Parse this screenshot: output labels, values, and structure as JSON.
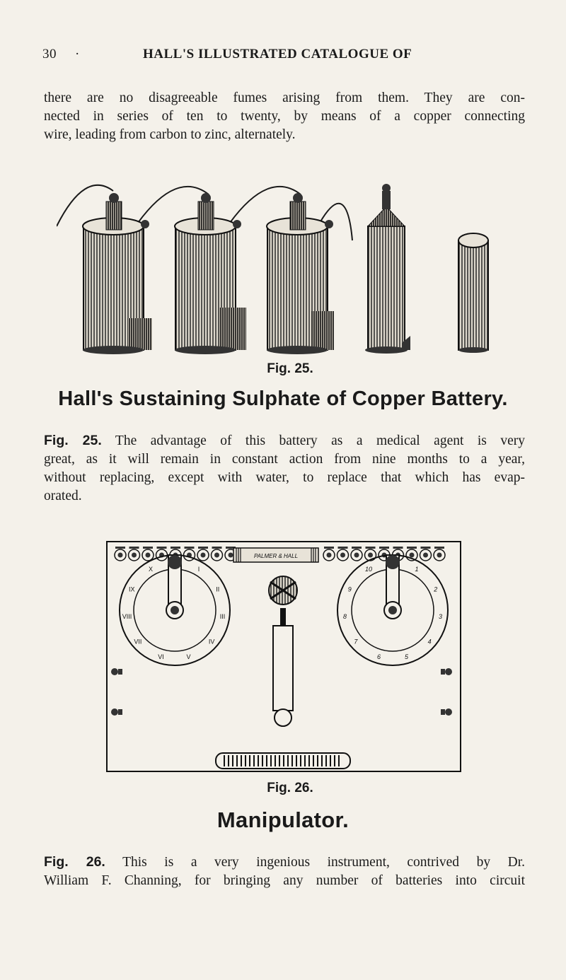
{
  "header": {
    "page_number": "30",
    "bullet": "·",
    "title": "HALL'S ILLUSTRATED CATALOGUE OF"
  },
  "intro_paragraph": {
    "lines": [
      "there are no disagreeable fumes arising from them. They are con-",
      "nected in series of ten to twenty, by means of a copper connecting",
      "wire, leading from carbon to zinc, alternately."
    ]
  },
  "figure_25": {
    "caption": "Fig. 25.",
    "heading": "Hall's Sustaining Sulphate of Copper Battery.",
    "description_ref": "Fig. 25.",
    "description_lines": [
      "The advantage of this battery as a medical agent is very",
      "great, as it will remain in constant action from nine months to a year,",
      "without replacing, except with water, to replace that which has evap-",
      "orated."
    ]
  },
  "figure_26": {
    "maker_label": "PALMER & HALL",
    "left_dial_numerals": [
      "X",
      "IX",
      "VIII",
      "VII",
      "VI",
      "V",
      "IV",
      "III",
      "II",
      "I"
    ],
    "right_dial_numerals": [
      "10",
      "9",
      "8",
      "7",
      "6",
      "5",
      "4",
      "3",
      "2",
      "1"
    ],
    "caption": "Fig. 26.",
    "heading": "Manipulator.",
    "description_ref": "Fig. 26.",
    "description_lines": [
      "This is a very ingenious instrument, contrived by Dr.",
      "William F. Channing, for bringing any number of batteries into circuit"
    ]
  },
  "colors": {
    "paper": "#f4f1ea",
    "ink": "#1a1a1a"
  }
}
